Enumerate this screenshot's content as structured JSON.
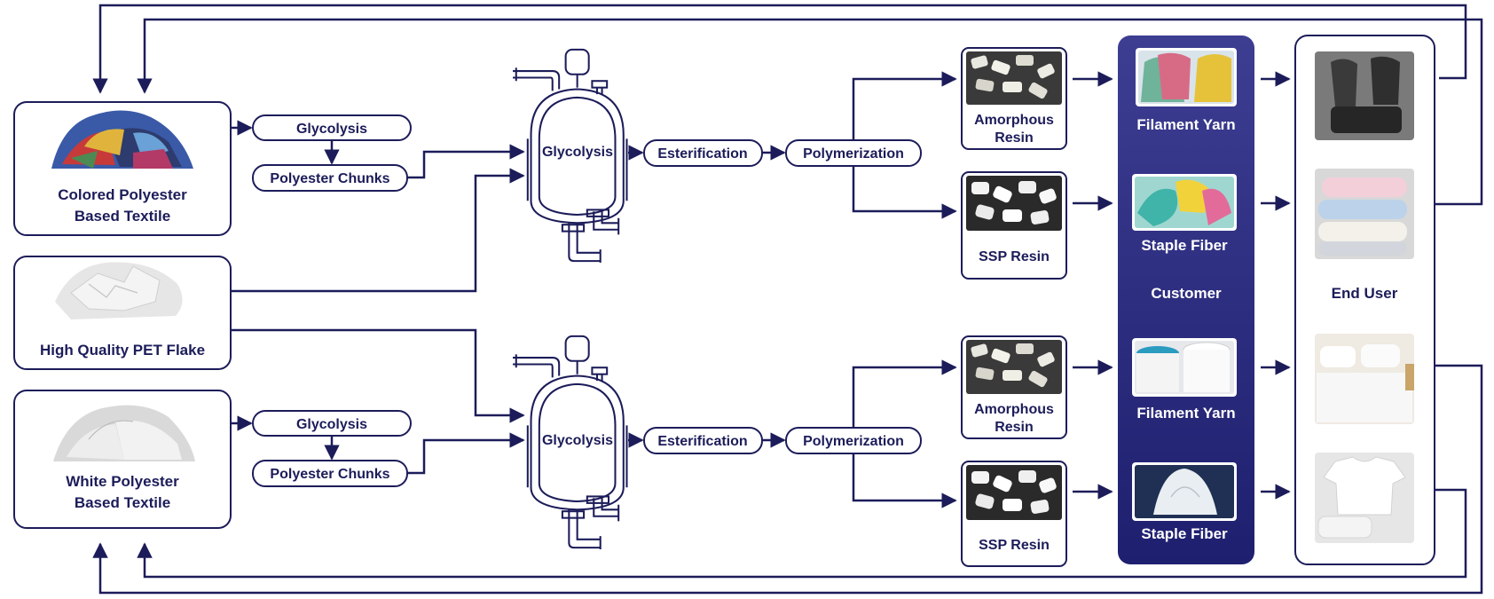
{
  "sources": {
    "colored": "Colored Polyester Based Textile",
    "colored_l1": "Colored Polyester",
    "colored_l2": "Based Textile",
    "flake": "High Quality PET Flake",
    "white": "White Polyester Based Textile",
    "white_l1": "White Polyester",
    "white_l2": "Based Textile"
  },
  "process": {
    "glycolysis": "Glycolysis",
    "chunks": "Polyester Chunks",
    "reactor": "Glycolysis",
    "esterification": "Esterification",
    "polymerization": "Polymerization"
  },
  "resins": {
    "amorphous_l1": "Amorphous",
    "amorphous_l2": "Resin",
    "ssp": "SSP Resin"
  },
  "customer": {
    "title": "Customer",
    "filament_yarn": "Filament Yarn",
    "staple_fiber": "Staple Fiber"
  },
  "end_user": {
    "title": "End User"
  },
  "colors": {
    "navy": "#1c1c5a",
    "customer_panel_top": "#3a3a8c",
    "customer_panel_bottom": "#1e1e6e"
  }
}
